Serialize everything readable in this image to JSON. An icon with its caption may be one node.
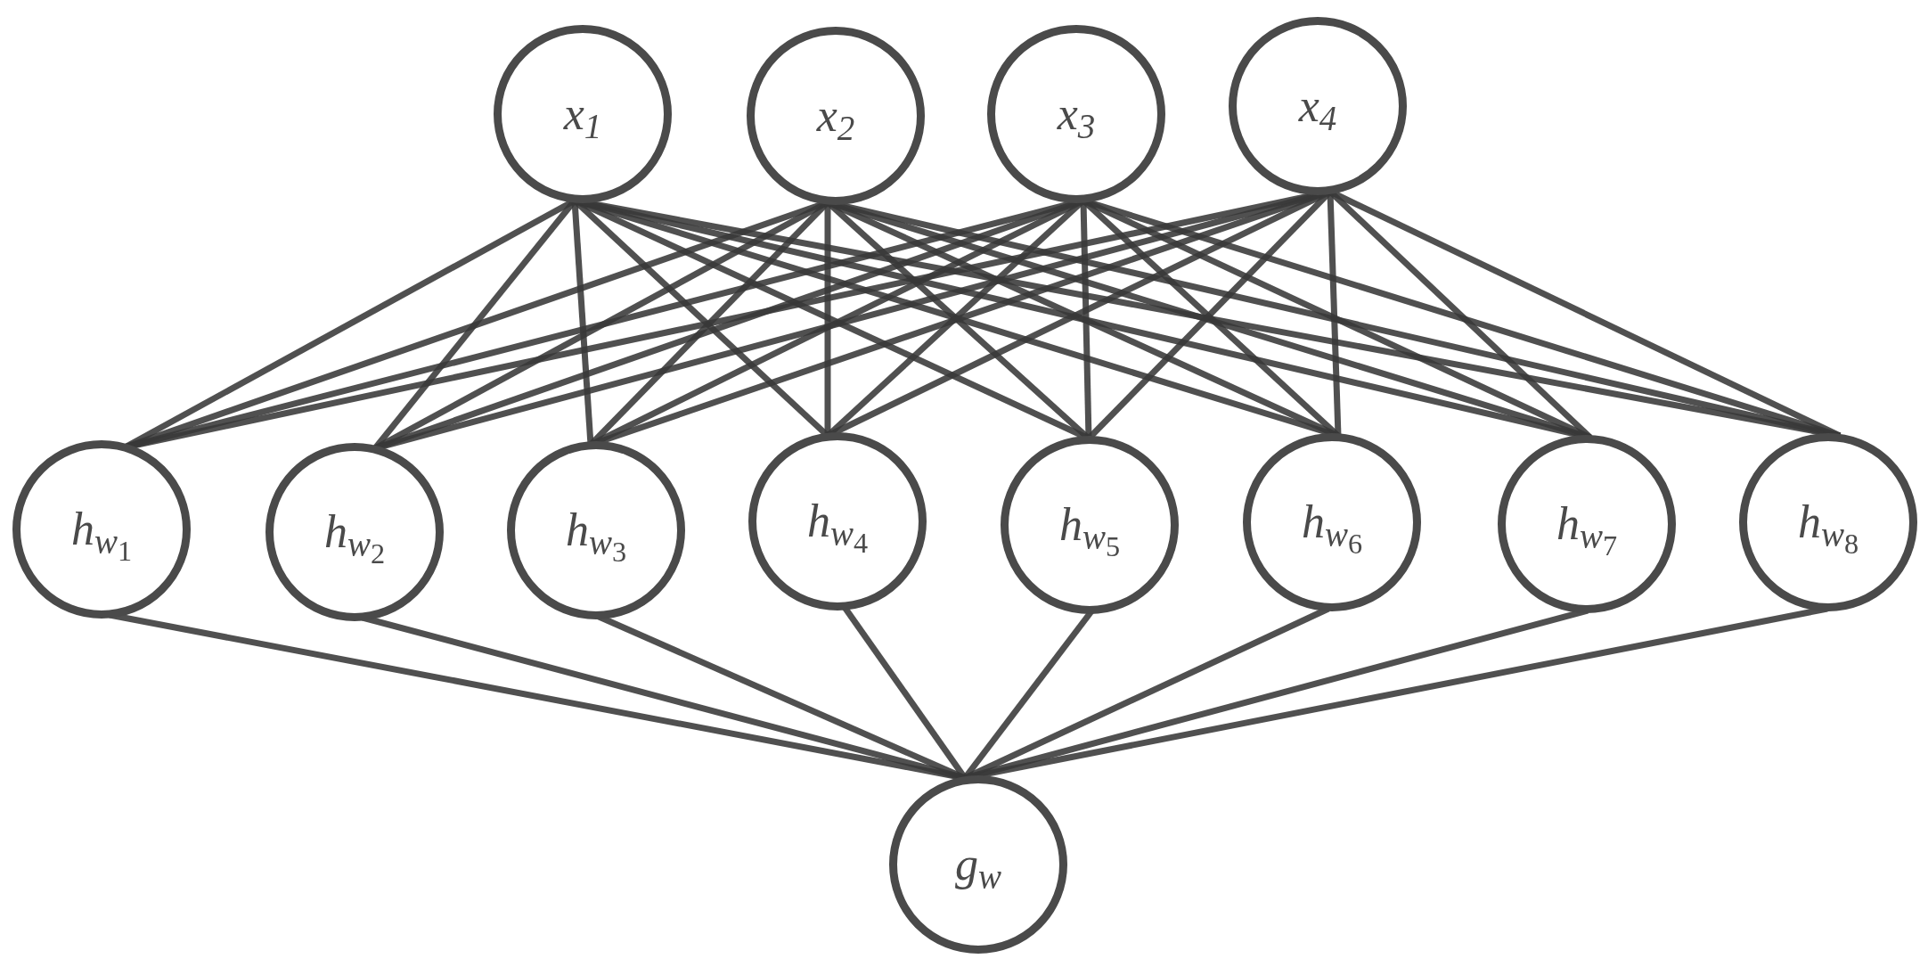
{
  "diagram": {
    "nodes": [
      {
        "text": [
          "x$_{1}$"
        ]
      },
      {
        "text": [
          "x$_{2}$"
        ]
      },
      {
        "text": [
          "x$_{3}$"
        ]
      },
      {
        "text": [
          "x$_{4}$"
        ]
      },
      {
        "text": [
          "h$_{w}$$_{1}$"
        ]
      },
      {
        "text": [
          "h$_{w}$$_{2}$"
        ]
      },
      {
        "text": [
          "h$_{w}$$_{3}$"
        ]
      },
      {
        "text": [
          "h$_{w}$$_{4}$"
        ]
      },
      {
        "text": [
          "h$_{w}$$_{5}$"
        ]
      },
      {
        "text": [
          "h$_{w}$$_{6}$"
        ]
      },
      {
        "text": [
          "h$_{w}$$_{7}$"
        ]
      },
      {
        "text": [
          "h$_{w}$$_{8}$"
        ]
      },
      {
        "text": [
          "g$_{w}$"
        ]
      }
    ],
    "edges": [
      {
        "from": 0,
        "to": 4,
        "arrow": "none"
      },
      {
        "from": 0,
        "to": 5,
        "arrow": "none"
      },
      {
        "from": 0,
        "to": 6,
        "arrow": "none"
      },
      {
        "from": 0,
        "to": 7,
        "arrow": "none"
      },
      {
        "from": 0,
        "to": 8,
        "arrow": "none"
      },
      {
        "from": 0,
        "to": 9,
        "arrow": "none"
      },
      {
        "from": 0,
        "to": 10,
        "arrow": "none"
      },
      {
        "from": 0,
        "to": 11,
        "arrow": "none"
      },
      {
        "from": 1,
        "to": 4,
        "arrow": "none"
      },
      {
        "from": 1,
        "to": 5,
        "arrow": "none"
      },
      {
        "from": 1,
        "to": 6,
        "arrow": "none"
      },
      {
        "from": 1,
        "to": 7,
        "arrow": "none"
      },
      {
        "from": 1,
        "to": 8,
        "arrow": "none"
      },
      {
        "from": 1,
        "to": 9,
        "arrow": "none"
      },
      {
        "from": 1,
        "to": 10,
        "arrow": "none"
      },
      {
        "from": 1,
        "to": 11,
        "arrow": "none"
      },
      {
        "from": 2,
        "to": 4,
        "arrow": "none"
      },
      {
        "from": 2,
        "to": 5,
        "arrow": "none"
      },
      {
        "from": 2,
        "to": 6,
        "arrow": "none"
      },
      {
        "from": 2,
        "to": 7,
        "arrow": "none"
      },
      {
        "from": 2,
        "to": 8,
        "arrow": "none"
      },
      {
        "from": 2,
        "to": 9,
        "arrow": "none"
      },
      {
        "from": 2,
        "to": 10,
        "arrow": "none"
      },
      {
        "from": 2,
        "to": 11,
        "arrow": "none"
      },
      {
        "from": 3,
        "to": 4,
        "arrow": "none"
      },
      {
        "from": 3,
        "to": 5,
        "arrow": "none"
      },
      {
        "from": 3,
        "to": 6,
        "arrow": "none"
      },
      {
        "from": 3,
        "to": 7,
        "arrow": "none"
      },
      {
        "from": 3,
        "to": 8,
        "arrow": "none"
      },
      {
        "from": 3,
        "to": 9,
        "arrow": "none"
      },
      {
        "from": 3,
        "to": 10,
        "arrow": "none"
      },
      {
        "from": 3,
        "to": 11,
        "arrow": "none"
      },
      {
        "from": 4,
        "to": 12,
        "arrow": "none"
      },
      {
        "from": 5,
        "to": 12,
        "arrow": "none"
      },
      {
        "from": 6,
        "to": 12,
        "arrow": "none"
      },
      {
        "from": 7,
        "to": 12,
        "arrow": "none"
      },
      {
        "from": 8,
        "to": 12,
        "arrow": "none"
      },
      {
        "from": 9,
        "to": 12,
        "arrow": "none"
      },
      {
        "from": 10,
        "to": 12,
        "arrow": "none"
      },
      {
        "from": 11,
        "to": 12,
        "arrow": "none"
      }
    ]
  }
}
